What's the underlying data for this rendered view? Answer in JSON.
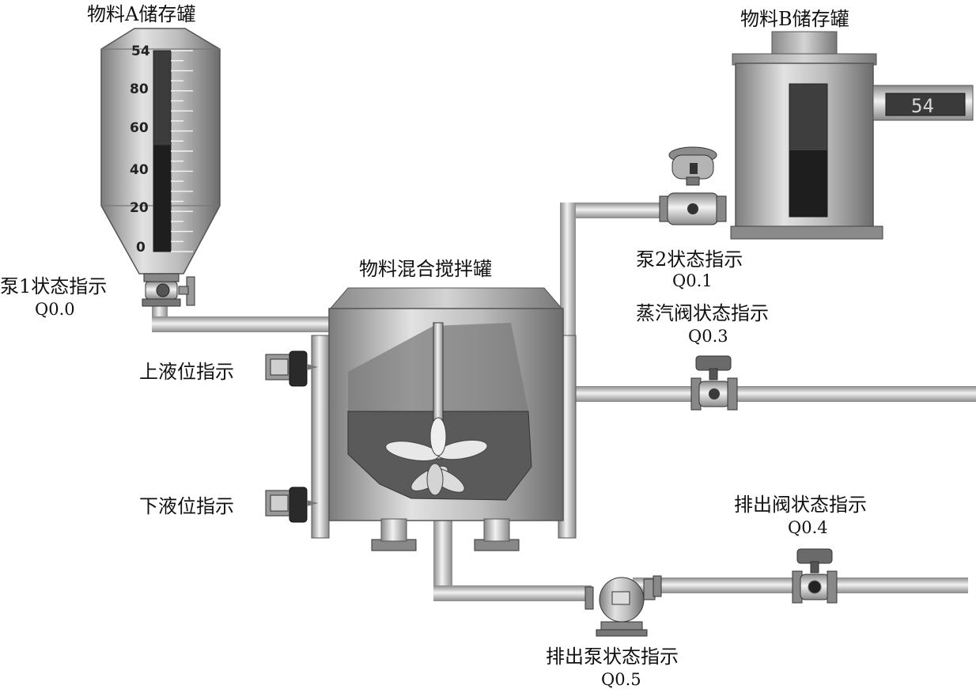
{
  "tanks": {
    "a": {
      "title": "物料A储存罐",
      "ticks": [
        "54",
        "80",
        "60",
        "40",
        "20",
        "0"
      ],
      "level_fraction": 0.53
    },
    "b": {
      "title": "物料B储存罐",
      "display_value": "54",
      "level_fraction": 0.5
    },
    "mixer": {
      "title": "物料混合搅拌罐"
    }
  },
  "indicators": {
    "pump1": {
      "label": "泵1状态指示",
      "address": "Q0.0"
    },
    "pump2": {
      "label": "泵2状态指示",
      "address": "Q0.1"
    },
    "steam_valve": {
      "label": "蒸汽阀状态指示",
      "address": "Q0.3"
    },
    "drain_valve": {
      "label": "排出阀状态指示",
      "address": "Q0.4"
    },
    "drain_pump": {
      "label": "排出泵状态指示",
      "address": "Q0.5"
    },
    "upper_level": {
      "label": "上液位指示"
    },
    "lower_level": {
      "label": "下液位指示"
    }
  },
  "colors": {
    "pipe": "#c8c8c8",
    "steel": "#a8a8a8",
    "dark": "#2a2a2a",
    "liquid": "#555555",
    "gauge_bg": "#3a3a3a"
  }
}
